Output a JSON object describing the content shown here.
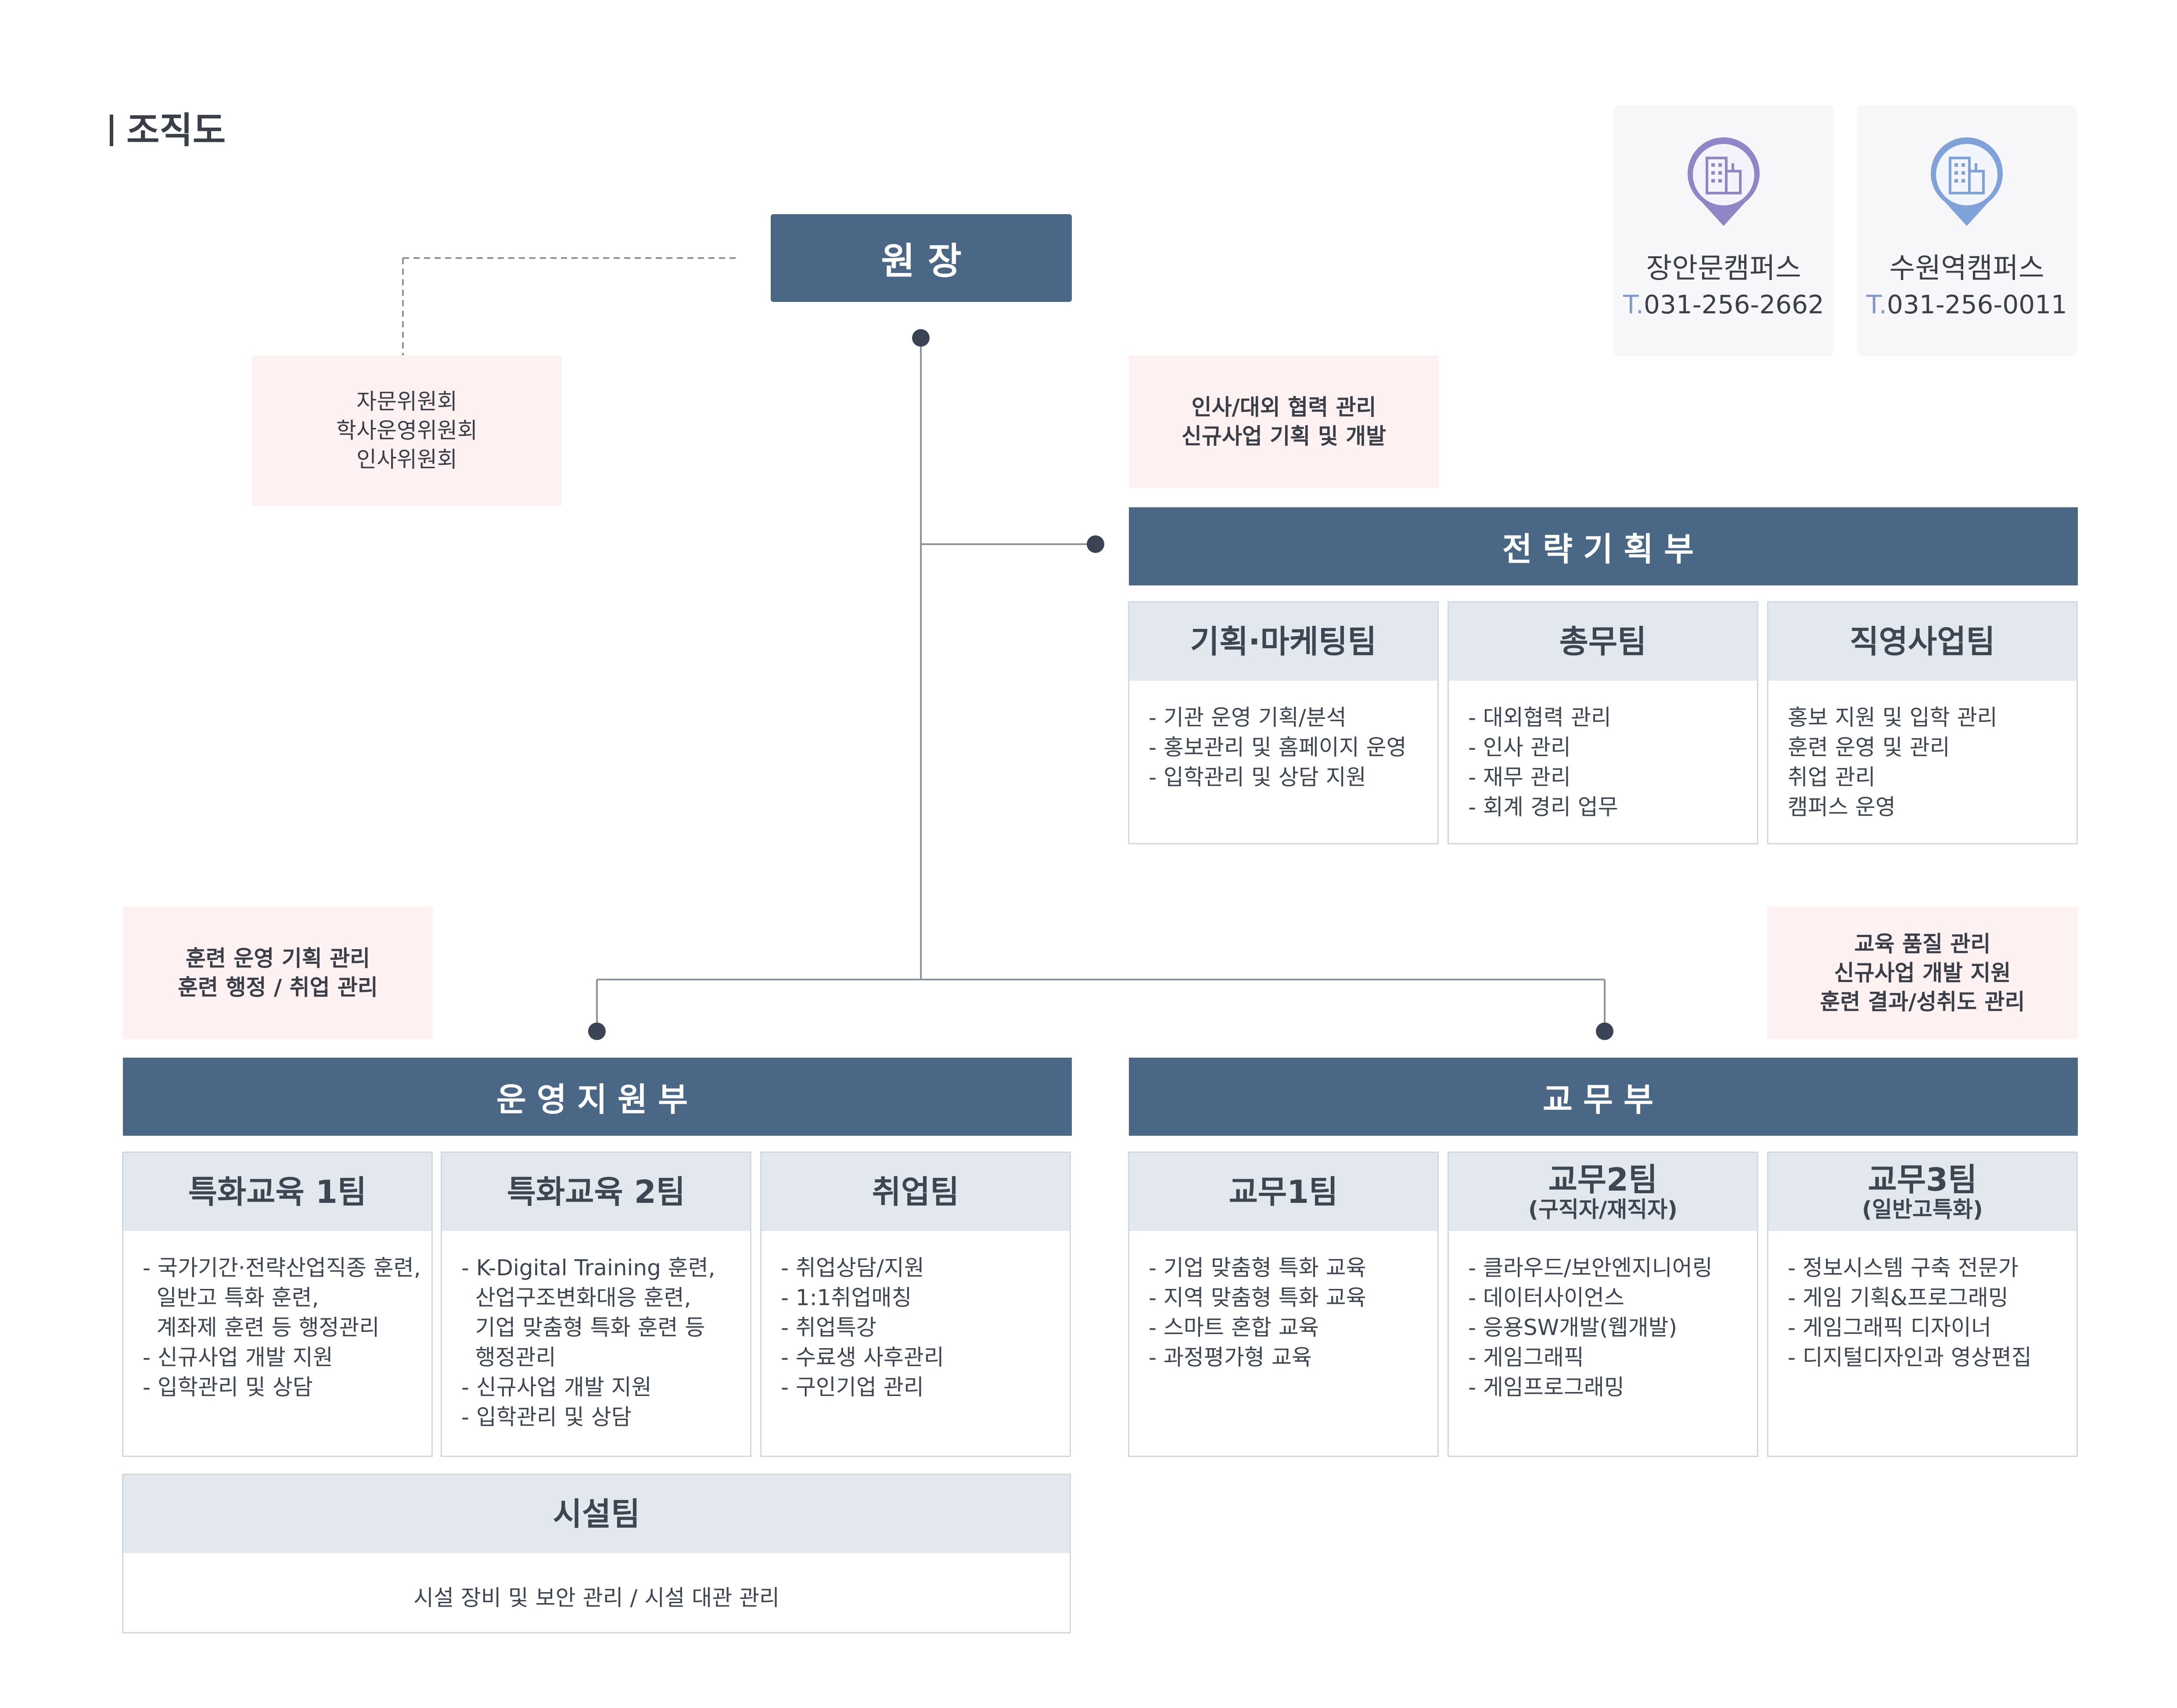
{
  "page_title": "조직도",
  "campuses": [
    {
      "name": "장안문캠퍼스",
      "tel_prefix": "T.",
      "tel": "031-256-2662",
      "icon": "building-pin-icon",
      "color": "#8f86c7"
    },
    {
      "name": "수원역캠퍼스",
      "tel_prefix": "T.",
      "tel": "031-256-0011",
      "icon": "building-pin-icon",
      "color": "#7fa2d8"
    }
  ],
  "director": "원 장",
  "committee_note": "자문위원회\n학사운영위원회\n인사위원회",
  "strategy": {
    "note": "인사/대외 협력 관리\n신규사업 기획 및 개발",
    "title": "전략기획부",
    "teams": [
      {
        "name": "기획·마케팅팀",
        "items": [
          "- 기관 운영 기획/분석",
          "- 홍보관리 및 홈페이지 운영",
          "- 입학관리 및 상담 지원"
        ]
      },
      {
        "name": "총무팀",
        "items": [
          "- 대외협력 관리",
          "- 인사 관리",
          "- 재무 관리",
          "- 회계 경리 업무"
        ]
      },
      {
        "name": "직영사업팀",
        "items": [
          "홍보 지원 및 입학 관리",
          "훈련 운영 및 관리",
          "취업 관리",
          "캠퍼스 운영"
        ]
      }
    ]
  },
  "operations": {
    "note": "훈련 운영 기획 관리\n훈련 행정 / 취업 관리",
    "title": "운영지원부",
    "teams": [
      {
        "name": "특화교육 1팀",
        "items": [
          "- 국가기간·전략산업직종 훈련,",
          "  일반고 특화 훈련,",
          "  계좌제 훈련 등 행정관리",
          "- 신규사업 개발 지원",
          "- 입학관리 및 상담"
        ]
      },
      {
        "name": "특화교육 2팀",
        "items": [
          "- K-Digital Training 훈련,",
          "  산업구조변화대응 훈련,",
          "  기업 맞춤형 특화 훈련 등",
          "  행정관리",
          "- 신규사업 개발 지원",
          "- 입학관리 및 상담"
        ]
      },
      {
        "name": "취업팀",
        "items": [
          "- 취업상담/지원",
          "- 1:1취업매칭",
          "- 취업특강",
          "- 수료생 사후관리",
          "- 구인기업 관리"
        ]
      }
    ],
    "facility": {
      "name": "시설팀",
      "desc": "시설 장비 및 보안 관리 / 시설 대관 관리"
    }
  },
  "academic": {
    "note": "교육 품질 관리\n신규사업 개발 지원\n훈련 결과/성취도 관리",
    "title": "교무부",
    "teams": [
      {
        "name": "교무1팀",
        "sub": "",
        "items": [
          "- 기업 맞춤형 특화 교육",
          "- 지역 맞춤형 특화 교육",
          "- 스마트 혼합 교육",
          "- 과정평가형 교육"
        ]
      },
      {
        "name": "교무2팀",
        "sub": "(구직자/재직자)",
        "items": [
          "- 클라우드/보안엔지니어링",
          "- 데이터사이언스",
          "- 응용SW개발(웹개발)",
          "- 게임그래픽",
          "- 게임프로그래밍"
        ]
      },
      {
        "name": "교무3팀",
        "sub": "(일반고특화)",
        "items": [
          "- 정보시스템 구축 전문가",
          "- 게임 기획&프로그래밍",
          "- 게임그래픽 디자이너",
          "- 디지털디자인과 영상편집"
        ]
      }
    ]
  }
}
